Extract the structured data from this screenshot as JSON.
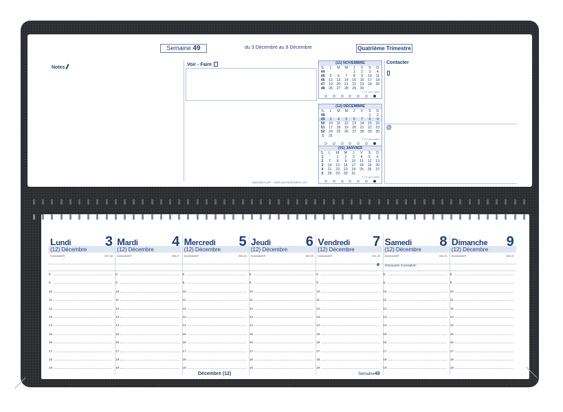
{
  "header": {
    "week_label": "Semaine",
    "week_number": "49",
    "range": "du 3 Décembre au 9 Décembre",
    "quarter": "Quatrième Trimestre"
  },
  "sections": {
    "notes": "Notes",
    "todo": "Voir - Faire",
    "contact": "Contacter",
    "at": "@"
  },
  "mini_calendars": [
    {
      "title": "(11) NOVEMBRE",
      "head": [
        "S.",
        "L",
        "M",
        "M",
        "J",
        "V",
        "S",
        "D"
      ],
      "rows": [
        [
          "44",
          "",
          "",
          "",
          "1",
          "2",
          "3",
          "4"
        ],
        [
          "45",
          "5",
          "6",
          "7",
          "8",
          "9",
          "10",
          "11"
        ],
        [
          "46",
          "12",
          "13",
          "14",
          "15",
          "16",
          "17",
          "18"
        ],
        [
          "47",
          "19",
          "20",
          "21",
          "22",
          "23",
          "24",
          "25"
        ],
        [
          "48",
          "26",
          "27",
          "28",
          "29",
          "30",
          "",
          ""
        ]
      ],
      "foot": "© 07 quo vadis",
      "highlight_row": -1
    },
    {
      "title": "(12) DÉCEMBRE",
      "head": [
        "S.",
        "L",
        "M",
        "M",
        "J",
        "V",
        "S",
        "D"
      ],
      "rows": [
        [
          "48",
          "",
          "",
          "",
          "",
          "",
          "1",
          "2"
        ],
        [
          "49",
          "3",
          "4",
          "5",
          "6",
          "7",
          "8",
          "9"
        ],
        [
          "50",
          "10",
          "11",
          "12",
          "13",
          "14",
          "15",
          "16"
        ],
        [
          "51",
          "17",
          "18",
          "19",
          "20",
          "21",
          "22",
          "23"
        ],
        [
          "52",
          "24",
          "25",
          "26",
          "27",
          "28",
          "29",
          "30"
        ],
        [
          "1",
          "31",
          "",
          "",
          "",
          "",
          "",
          ""
        ]
      ],
      "foot": "© 07 quo vadis",
      "highlight_row": 1
    },
    {
      "title": "(01) JANVIER",
      "head": [
        "S.",
        "L",
        "M",
        "M",
        "J",
        "V",
        "S",
        "D"
      ],
      "rows": [
        [
          "1",
          "",
          "1",
          "2",
          "3",
          "4",
          "5",
          "6"
        ],
        [
          "2",
          "7",
          "8",
          "9",
          "10",
          "11",
          "12",
          "13"
        ],
        [
          "3",
          "14",
          "15",
          "16",
          "17",
          "18",
          "19",
          "20"
        ],
        [
          "4",
          "21",
          "22",
          "23",
          "24",
          "25",
          "26",
          "27"
        ],
        [
          "5",
          "28",
          "29",
          "30",
          "31",
          "",
          "",
          ""
        ]
      ],
      "foot": "© 07 quo vadis",
      "highlight_row": -1
    }
  ],
  "credit": "Agendascop® - www.quovadis1954.com",
  "days": [
    {
      "name": "Lundi",
      "num": "3",
      "month": "(12) Décembre",
      "saint": "Dominante®",
      "code": "337-28",
      "event": ""
    },
    {
      "name": "Mardi",
      "num": "4",
      "month": "(12) Décembre",
      "saint": "Dominante®",
      "code": "338-27",
      "event": ""
    },
    {
      "name": "Mercredi",
      "num": "5",
      "month": "(12) Décembre",
      "saint": "Dominante®",
      "code": "339-26",
      "event": ""
    },
    {
      "name": "Jeudi",
      "num": "6",
      "month": "(12) Décembre",
      "saint": "Dominante®",
      "code": "340-25",
      "event": ""
    },
    {
      "name": "Vendredi",
      "num": "7",
      "month": "(12) Décembre",
      "saint": "Dominante®",
      "code": "341-24",
      "event": ""
    },
    {
      "name": "Samedi",
      "num": "8",
      "month": "(12) Décembre",
      "saint": "Dominante®",
      "code": "342-23",
      "event": "Immaculée Conception"
    },
    {
      "name": "Dimanche",
      "num": "9",
      "month": "(12) Décembre",
      "saint": "Dominante®",
      "code": "343-22",
      "event": ""
    }
  ],
  "hours": [
    "8",
    "9",
    "10",
    "11",
    "12",
    "13",
    "14",
    "15",
    "16",
    "17",
    "18",
    "19"
  ],
  "footer": {
    "month": "Décembre (12)",
    "week_label": "Semaine",
    "week_number": "49"
  }
}
